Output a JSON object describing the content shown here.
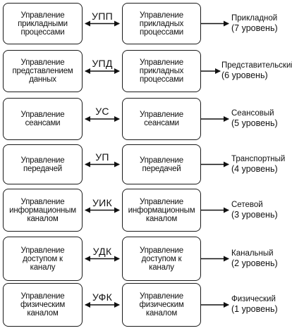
{
  "rows": [
    {
      "left": "Управление\nприкладными\nпроцессами",
      "abbr": "УПП",
      "right": "Управление\nприкладных\nпроцессами",
      "level_name": "Прикладной",
      "level_desc": "(7 уровень)"
    },
    {
      "left": "Управление\nпредставлением\nданных",
      "abbr": "УПД",
      "right": "Управление\nприкладных\nпроцессами",
      "level_name": "Представительский",
      "level_desc": "(6 уровень)"
    },
    {
      "left": "Управление\nсеансами",
      "abbr": "УС",
      "right": "Управление\nсеансами",
      "level_name": "Сеансовый",
      "level_desc": "(5 уровень)"
    },
    {
      "left": "Управление\nпередачей",
      "abbr": "УП",
      "right": "Управление\nпередачей",
      "level_name": "Транспортный",
      "level_desc": "(4 уровень)"
    },
    {
      "left": "Управление\nинформационным\nканалом",
      "abbr": "УИК",
      "right": "Управление\nинформационным\nканалом",
      "level_name": "Сетевой",
      "level_desc": "(3 уровень)"
    },
    {
      "left": "Управление\nдоступом к\nканалу",
      "abbr": "УДК",
      "right": "Управление\nдоступом к\nканалу",
      "level_name": "Канальный",
      "level_desc": "(2 уровень)"
    },
    {
      "left": "Управление\nфизическим\nканалом",
      "abbr": "УФК",
      "right": "Управление\nфизическим\nканалом",
      "level_name": "Физический",
      "level_desc": "(1 уровень)"
    }
  ]
}
